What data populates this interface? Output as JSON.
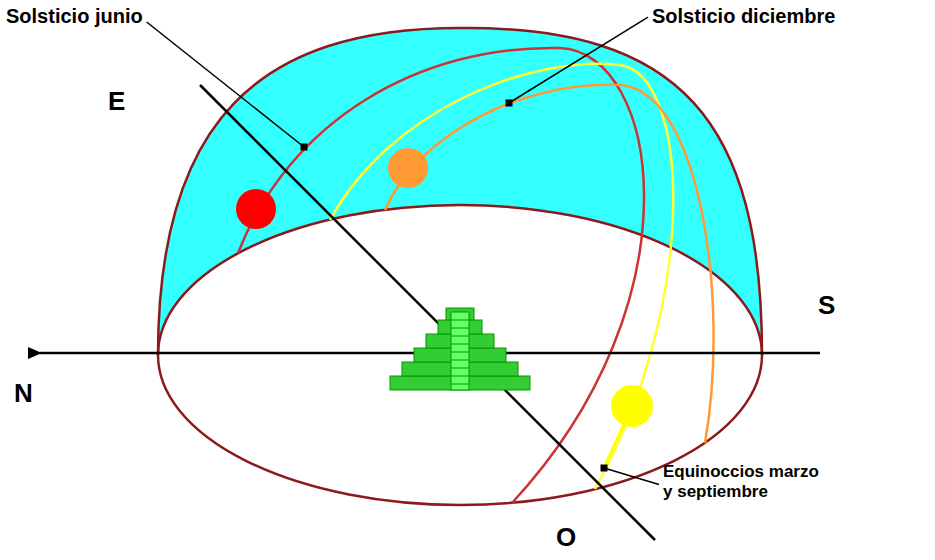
{
  "diagram": {
    "labels": [
      "Solsticio junio",
      "Solsticio diciembre",
      "E",
      "S",
      "N",
      "O",
      "Equinoccios marzo y septiembre"
    ]
  }
}
